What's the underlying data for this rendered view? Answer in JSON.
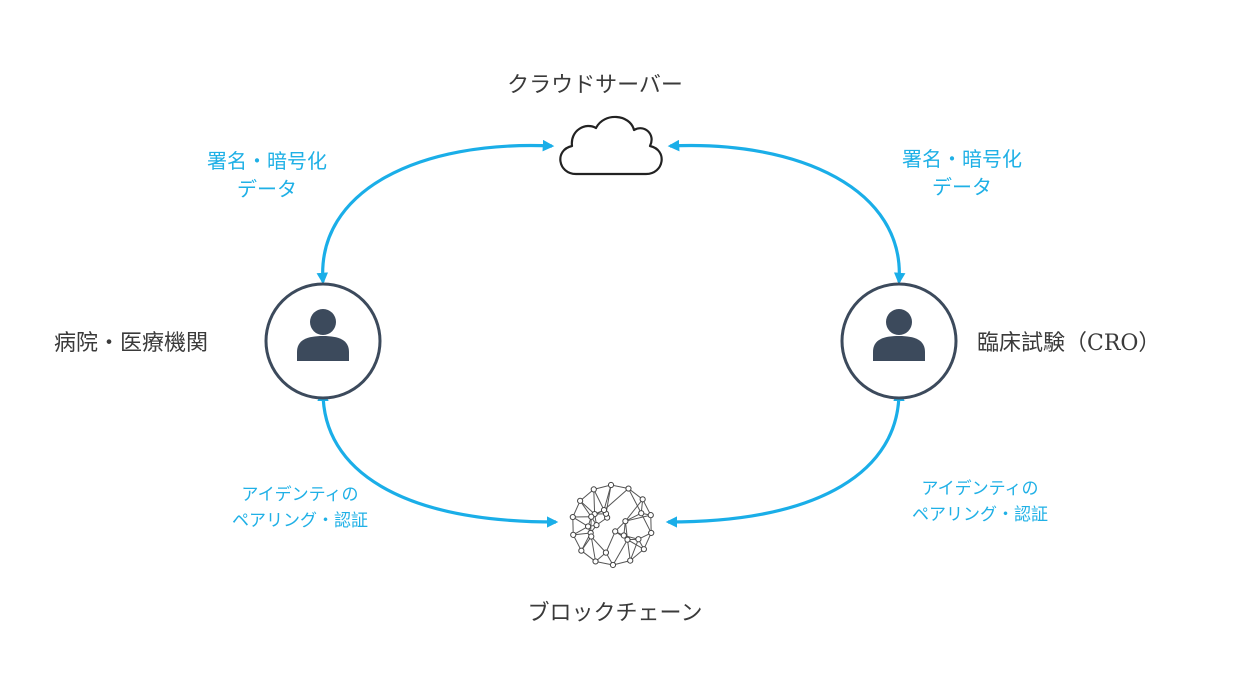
{
  "nodes": {
    "cloud_server": {
      "label": "クラウドサーバー",
      "icon": "cloud-icon"
    },
    "hospital": {
      "label": "病院・医療機関",
      "icon": "person-icon"
    },
    "cro": {
      "label": "臨床試験（CRO）",
      "icon": "person-icon"
    },
    "blockchain": {
      "label": "ブロックチェーン",
      "icon": "network-globe-icon"
    }
  },
  "edges": {
    "hospital_cloud": {
      "line1": "署名・暗号化",
      "line2": "データ"
    },
    "cro_cloud": {
      "line1": "署名・暗号化",
      "line2": "データ"
    },
    "hospital_blockchain": {
      "line1": "アイデンティの",
      "line2": "ペアリング・認証"
    },
    "cro_blockchain": {
      "line1": "アイデンティの",
      "line2": "ペアリング・認証"
    }
  },
  "colors": {
    "arrow": "#1aaee8",
    "edge_text": "#1fb0e6",
    "person_icon": "#3c4a5c",
    "node_text": "#3a3a3a"
  }
}
